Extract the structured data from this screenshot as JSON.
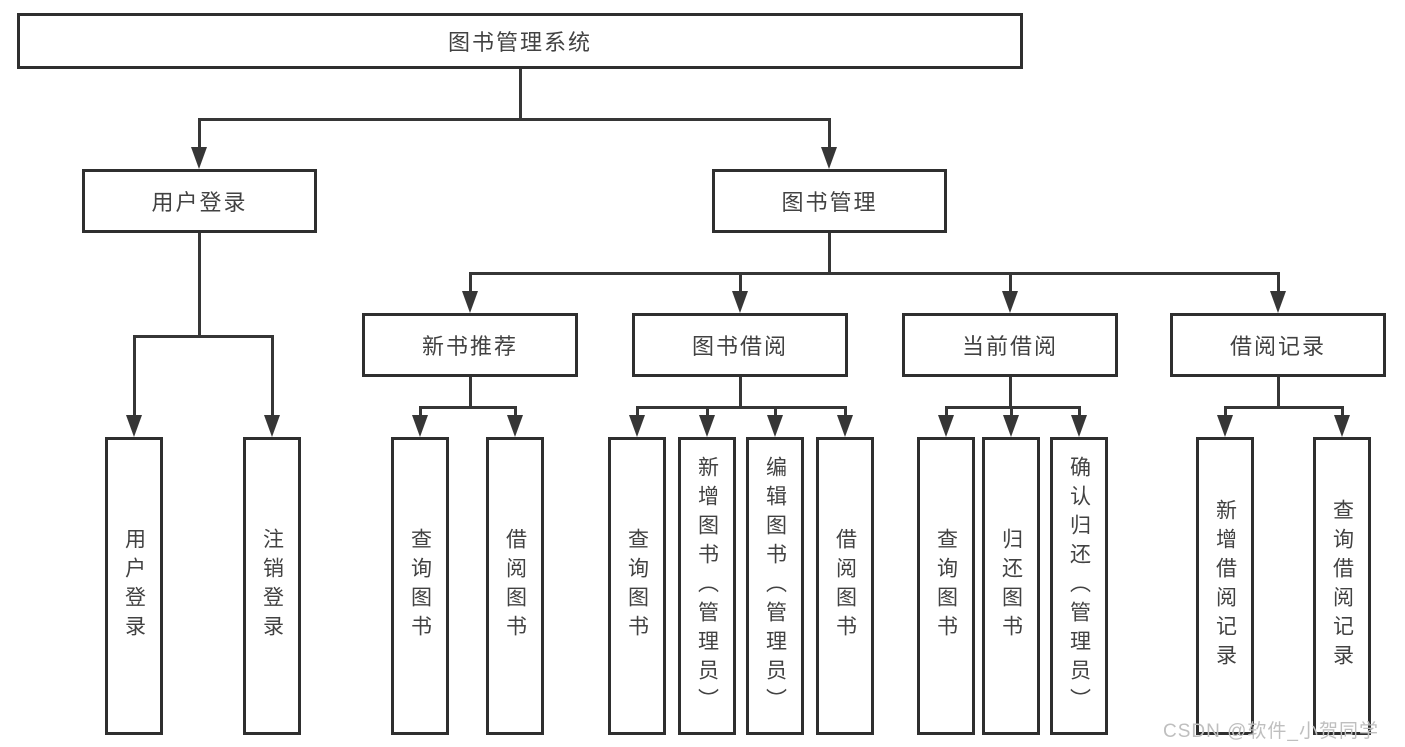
{
  "diagram": {
    "root": "图书管理系统",
    "level2": [
      "用户登录",
      "图书管理"
    ],
    "level3": [
      "新书推荐",
      "图书借阅",
      "当前借阅",
      "借阅记录"
    ],
    "leaves_user_login": [
      "用户登录",
      "注销登录"
    ],
    "leaves_new_book": [
      "查询图书",
      "借阅图书"
    ],
    "leaves_book_borrow": [
      "查询图书",
      "新增图书（管理员）",
      "编辑图书（管理员）",
      "借阅图书"
    ],
    "leaves_current_borrow": [
      "查询图书",
      "归还图书",
      "确认归还（管理员）"
    ],
    "leaves_borrow_record": [
      "新增借阅记录",
      "查询借阅记录"
    ]
  },
  "watermark": "CSDN @软件_小贺同学",
  "colors": {
    "line": "#363636",
    "border": "#2f2f2f",
    "text": "#424242",
    "watermark": "#bfbfbf"
  }
}
